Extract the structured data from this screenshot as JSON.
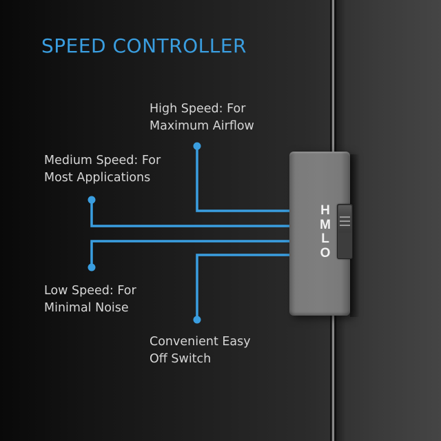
{
  "title": "SPEED CONTROLLER",
  "accent_color": "#3a9ee0",
  "callouts": [
    {
      "id": "high",
      "line1": "High Speed: For",
      "line2": "Maximum Airflow"
    },
    {
      "id": "medium",
      "line1": "Medium Speed: For",
      "line2": "Most Applications"
    },
    {
      "id": "low",
      "line1": "Low Speed: For",
      "line2": "Minimal Noise"
    },
    {
      "id": "off",
      "line1": "Convenient Easy",
      "line2": "Off Switch"
    }
  ],
  "controller": {
    "positions": [
      "H",
      "M",
      "L",
      "O"
    ],
    "selected": "H"
  }
}
